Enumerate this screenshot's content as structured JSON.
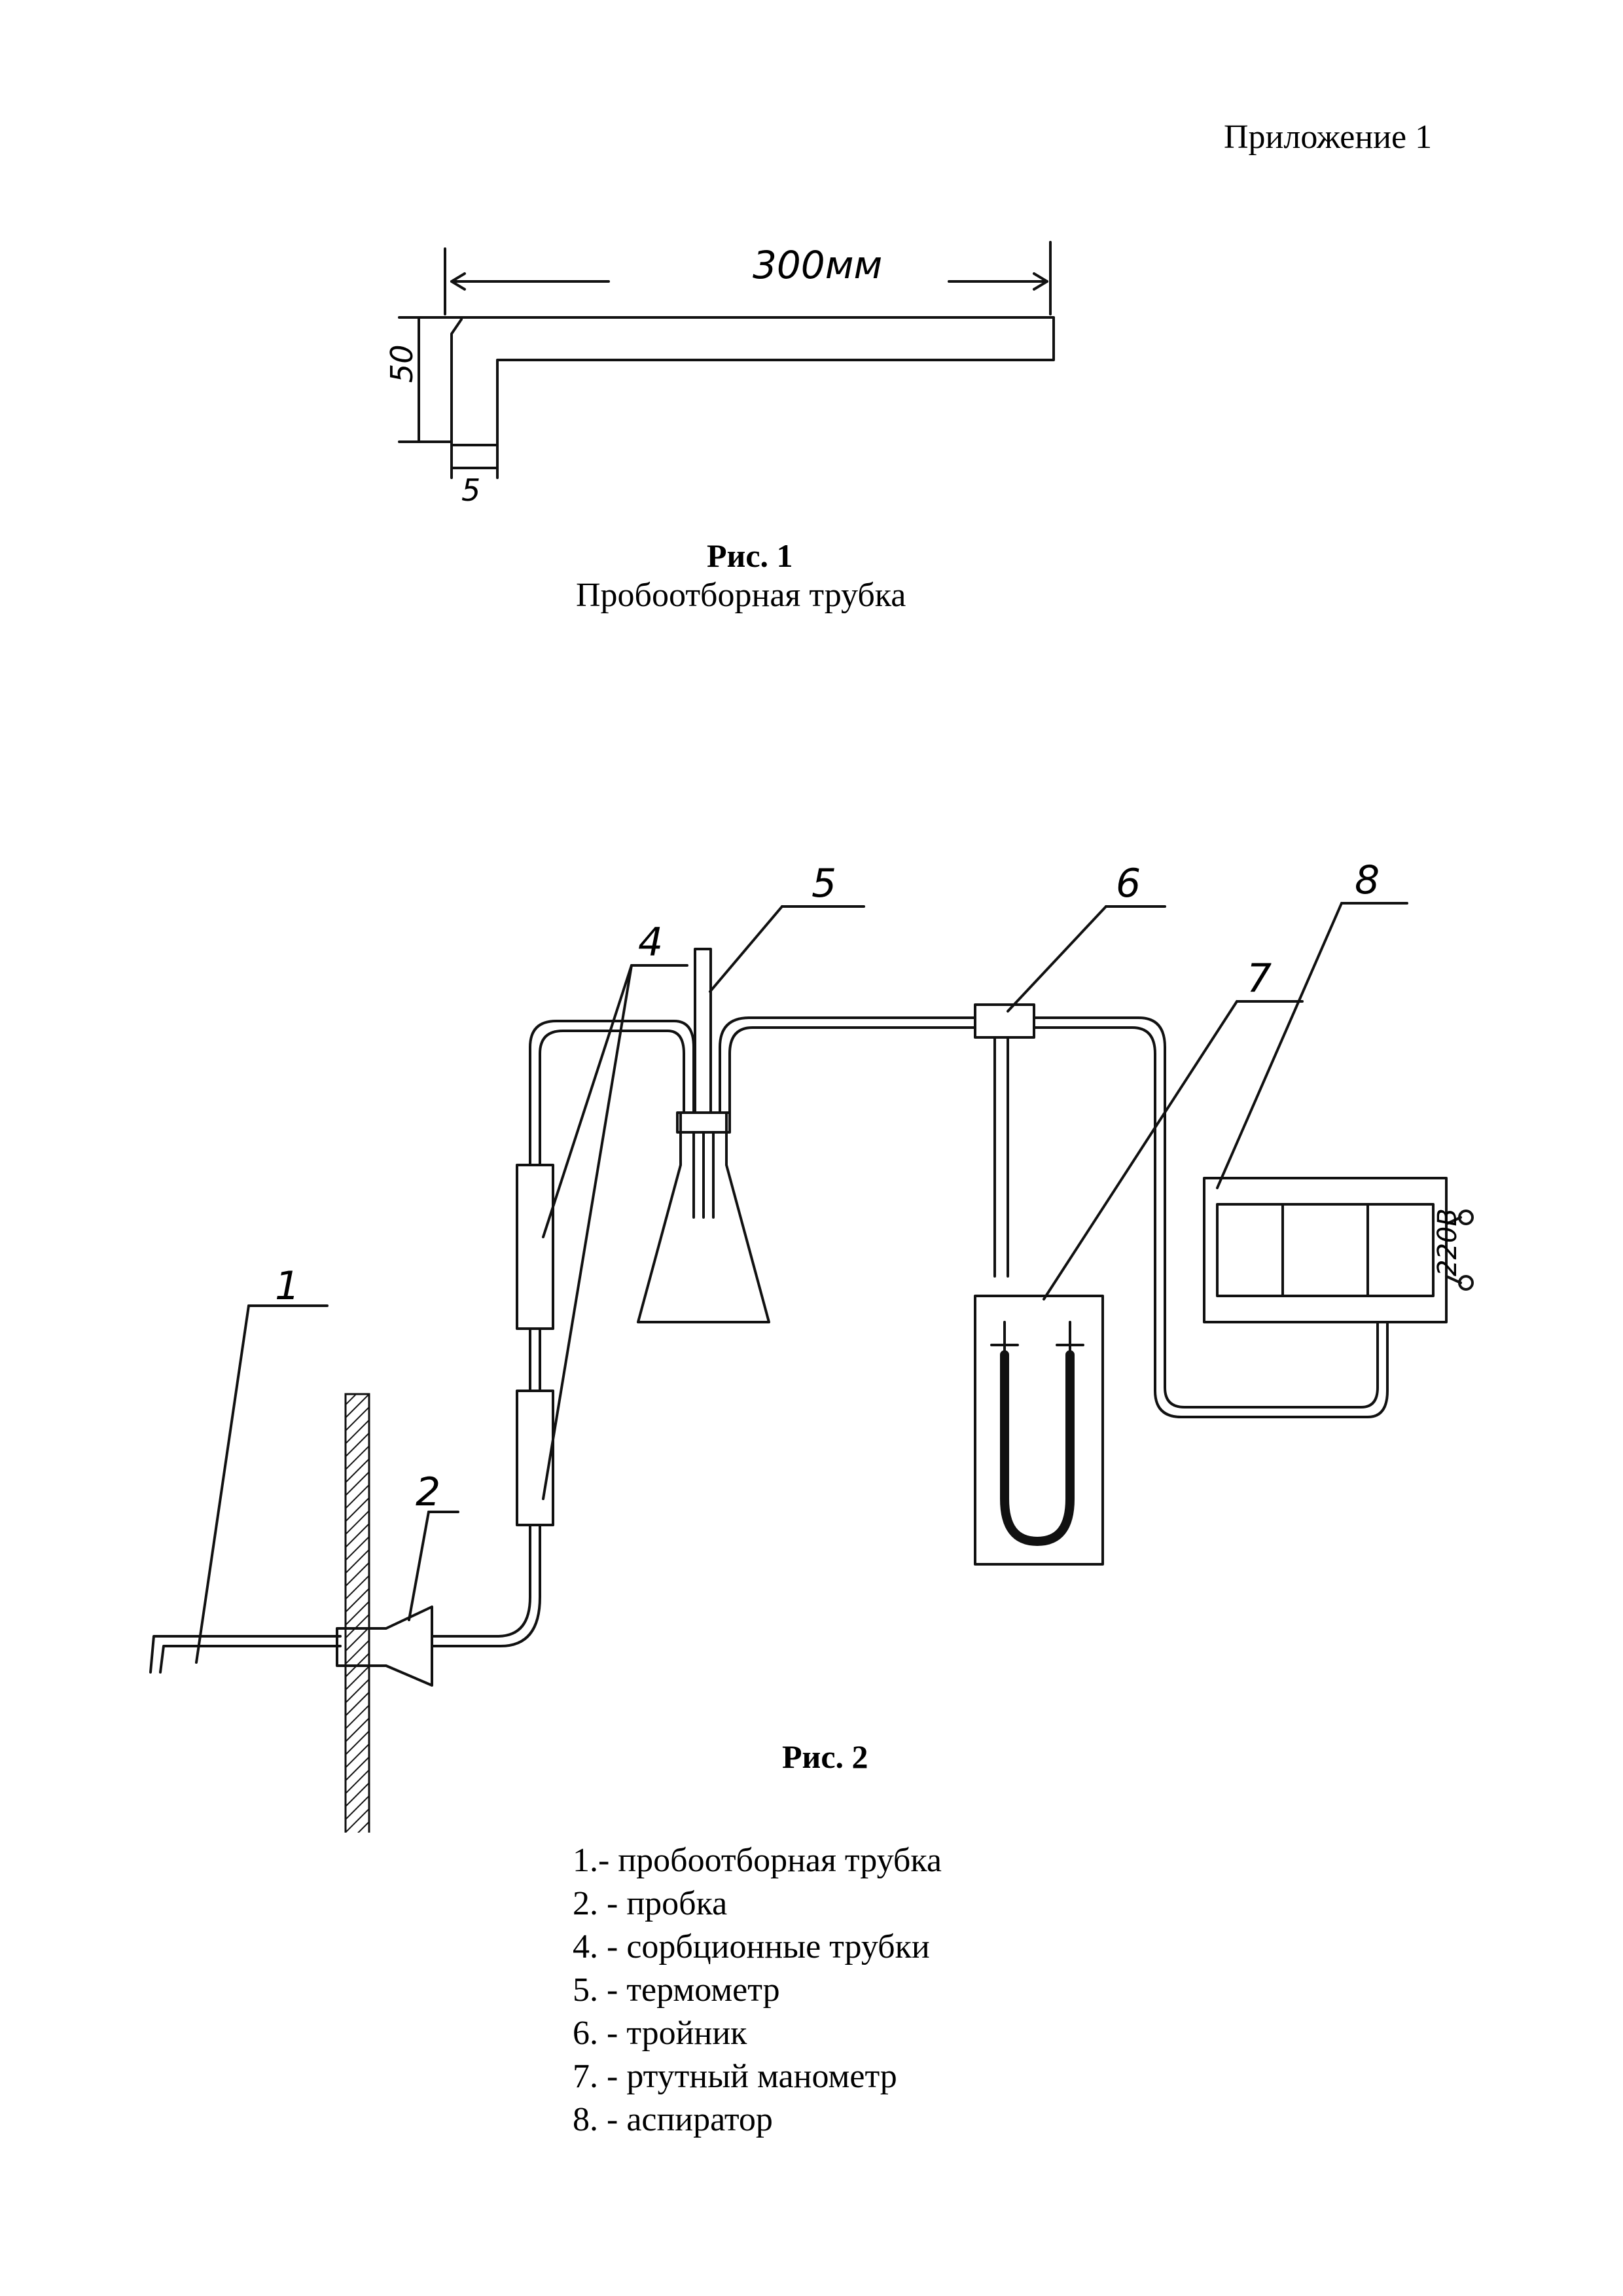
{
  "header": {
    "appendix_label": "Приложение 1"
  },
  "figure1": {
    "caption": "Рис. 1",
    "subtitle": "Пробоотборная трубка",
    "dimensions": {
      "length": "300мм",
      "height": "50",
      "width": "5"
    }
  },
  "figure2": {
    "caption": "Рис. 2",
    "callouts": [
      "1",
      "2",
      "4",
      "5",
      "6",
      "7",
      "8"
    ],
    "supply_voltage": "220В",
    "legend": [
      "1.- пробоотборная трубка",
      "2. - пробка",
      "4. - сорбционные трубки",
      "5. - термометр",
      "6. - тройник",
      "7. - ртутный манометр",
      "8. - аспиратор"
    ]
  }
}
